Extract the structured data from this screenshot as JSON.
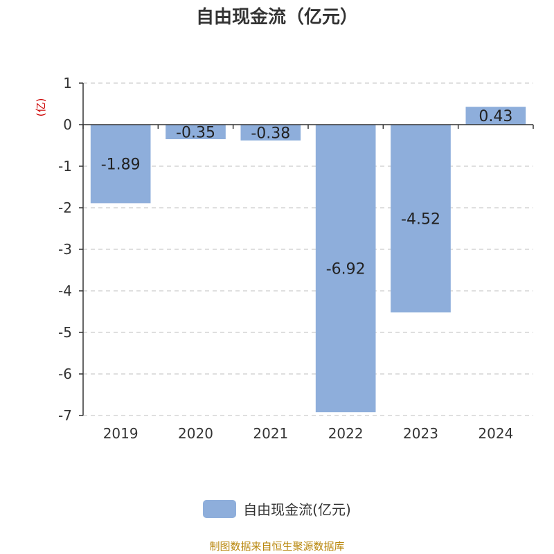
{
  "chart_data": {
    "type": "bar",
    "title": "自由现金流（亿元）",
    "ylabel": "(亿)",
    "categories": [
      "2019",
      "2020",
      "2021",
      "2022",
      "2023",
      "2024"
    ],
    "series": [
      {
        "name": "自由现金流(亿元)",
        "values": [
          -1.89,
          -0.35,
          -0.38,
          -6.92,
          -4.52,
          0.43
        ]
      }
    ],
    "data_labels": [
      "-1.89",
      "-0.35",
      "-0.38",
      "-6.92",
      "-4.52",
      "0.43"
    ],
    "ylim": [
      -7,
      1
    ],
    "yticks": [
      1,
      0,
      -1,
      -2,
      -3,
      -4,
      -5,
      -6,
      -7
    ],
    "ytick_labels": [
      "1",
      "0",
      "-1",
      "-2",
      "-3",
      "-4",
      "-5",
      "-6",
      "-7"
    ],
    "grid": true,
    "legend": "bottom-center"
  },
  "colors": {
    "bar": "#8eaedb",
    "grid": "#cccccc",
    "axis": "#333333",
    "ylabel": "#cc0000",
    "source": "#b8860b"
  },
  "source": "制图数据来自恒生聚源数据库"
}
